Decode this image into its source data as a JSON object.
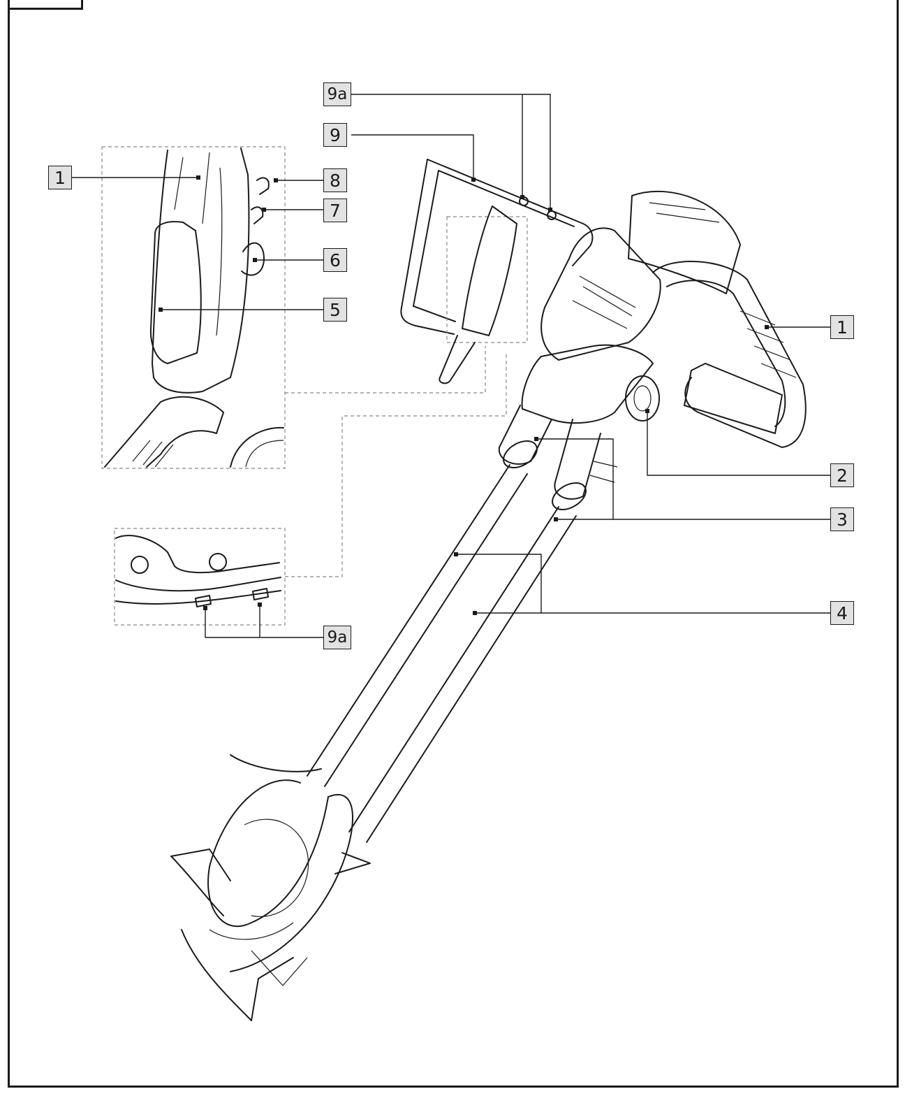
{
  "labels": {
    "l1_left": "1",
    "l1_right": "1",
    "l2": "2",
    "l3": "3",
    "l4": "4",
    "l5": "5",
    "l6": "6",
    "l7": "7",
    "l8": "8",
    "l9": "9",
    "l9a_top": "9a",
    "l9a_bottom": "9a"
  },
  "colors": {
    "line": "#1a1a1a",
    "label_fill": "#e2e2e2",
    "detail_border": "#888888"
  }
}
